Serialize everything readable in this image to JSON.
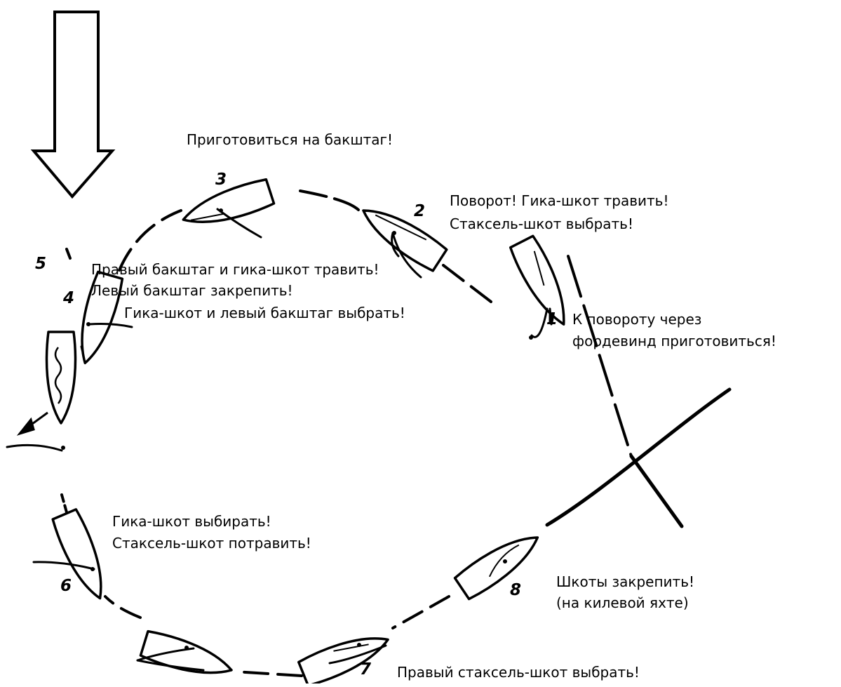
{
  "diagram": {
    "ink_color": "#000000",
    "background_color": "#ffffff",
    "wind_arrow_icon": "down-arrow-outline",
    "commands": [
      {
        "number": "1",
        "lines": [
          "К повороту через",
          "фордевинд приготовиться!"
        ]
      },
      {
        "number": "2",
        "lines": [
          "Поворот! Гика-шкот травить!",
          "Стаксель-шкот выбрать!"
        ]
      },
      {
        "number": "3",
        "lines": [
          "Приготовиться на бакштаг!"
        ]
      },
      {
        "number": "4",
        "lines": [
          "Гика-шкот и левый бакштаг выбрать!"
        ]
      },
      {
        "number": "5",
        "lines": [
          "Правый бакштаг и гика-шкот травить!",
          "Левый бакштаг закрепить!"
        ]
      },
      {
        "number": "6",
        "lines": [
          "Гика-шкот выбирать!",
          "Стаксель-шкот потравить!"
        ]
      },
      {
        "number": "7",
        "lines": [
          "Правый стаксель-шкот выбрать!"
        ]
      },
      {
        "number": "8",
        "lines": [
          "Шкоты закрепить!",
          "(на килевой яхте)"
        ]
      }
    ]
  }
}
